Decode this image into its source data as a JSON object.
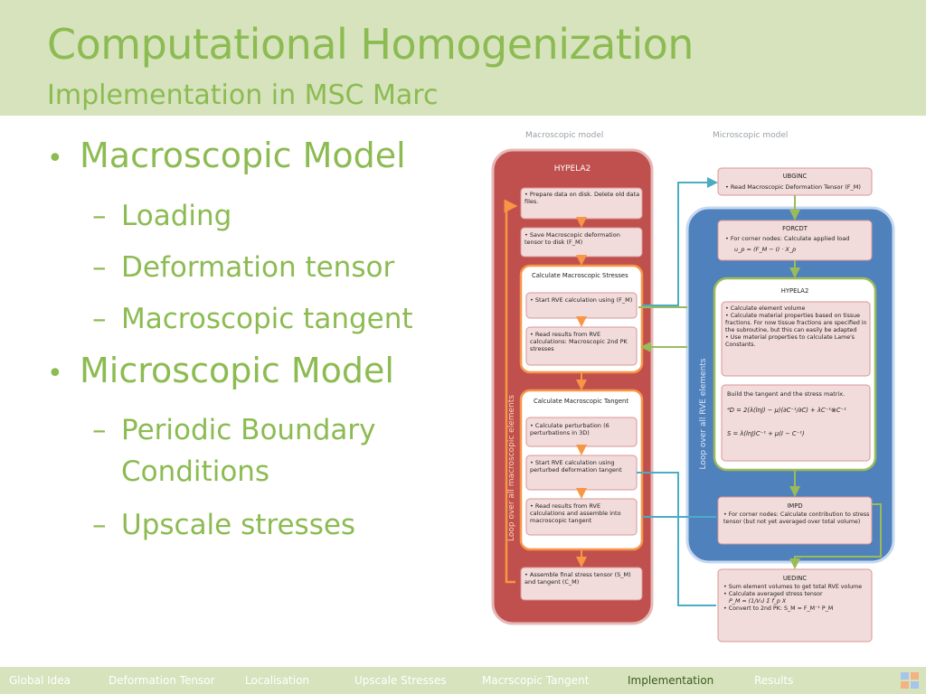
{
  "header": {
    "title": "Computational Homogenization",
    "subtitle": "Implementation in MSC Marc"
  },
  "bullets": [
    {
      "label": "Macroscopic Model",
      "subs": [
        "Loading",
        "Deformation tensor",
        "Macroscopic tangent"
      ]
    },
    {
      "label": "Microscopic Model",
      "subs": [
        "Periodic Boundary Conditions",
        "Upscale stresses"
      ]
    }
  ],
  "diagram": {
    "macro_heading": "Macroscopic model",
    "micro_heading": "Microscopic model",
    "hypela2_left": "HYPELA2",
    "loop_macro": "Loop over all macroscopic elements",
    "loop_rve": "Loop over all RVE elements",
    "prepare": "• Prepare data on disk. Delete old data files.",
    "save": "• Save Macroscopic deformation tensor to disk (F_M)",
    "calc_stresses": "Calculate Macroscopic Stresses",
    "start_rve": "• Start RVE calculation using (F_M)",
    "read_results": "• Read results from RVE calculations: Macroscopic 2nd PK stresses",
    "calc_tangent": "Calculate Macroscopic Tangent",
    "perturb": "• Calculate perturbation (6 perturbations in 3D)",
    "start_rve_pert": "• Start RVE calculation using perturbed deformation tangent",
    "read_assemble": "• Read results from RVE calculations and assemble into macroscopic tangent",
    "assemble": "• Assemble final stress tensor (S_M) and tangent (C_M)",
    "ubginc_title": "UBGINC",
    "ubginc_text": "• Read Macroscopic Deformation Tensor (F_M)",
    "forcdt_title": "FORCDT",
    "forcdt_text": "• For corner nodes: Calculate applied load",
    "forcdt_eq": "u_p = (F_M − I) · X_p",
    "hypela2_right": "HYPELA2",
    "hypela2_items": [
      "• Calculate element volume",
      "• Calculate material properties based on tissue fractions. For now tissue fractions are specified in the subroutine, but this can easily be adapted",
      "• Use material properties to calculate Lame's Constants."
    ],
    "tangent_title": "Build the tangent and the stress matrix.",
    "tangent_eq1": "⁴D = 2(λ(lnJ) − μ)(∂C⁻¹/∂C) + λC⁻¹⊗C⁻¹",
    "tangent_eq2": "S = λ(lnJ)C⁻¹ + μ(I − C⁻¹)",
    "impd_title": "IMPD",
    "impd_text": "• For corner nodes: Calculate contribution to stress tensor (but not yet averaged over total volume)",
    "uedinc_title": "UEDINC",
    "uedinc_items": [
      "• Sum element volumes to get total RVE volume",
      "• Calculate averaged stress tensor",
      "P_M = (1/V₀) Σ f_p X",
      "• Convert to 2nd PK: S_M = F_M⁻¹ P_M"
    ]
  },
  "footer": {
    "nav": [
      "Global Idea",
      "Deformation Tensor",
      "Localisation",
      "Upscale Stresses",
      "Macrscopic Tangent",
      "Implementation",
      "Results"
    ],
    "active": "Implementation"
  },
  "colors": {
    "accent": "#8cbb52",
    "header_bg": "#d6e3bd",
    "macro_red": "#c0504d",
    "micro_blue": "#4f81bd",
    "arrow_orange": "#f79646",
    "arrow_teal": "#4bacc6",
    "arrow_green": "#9bbb59"
  }
}
